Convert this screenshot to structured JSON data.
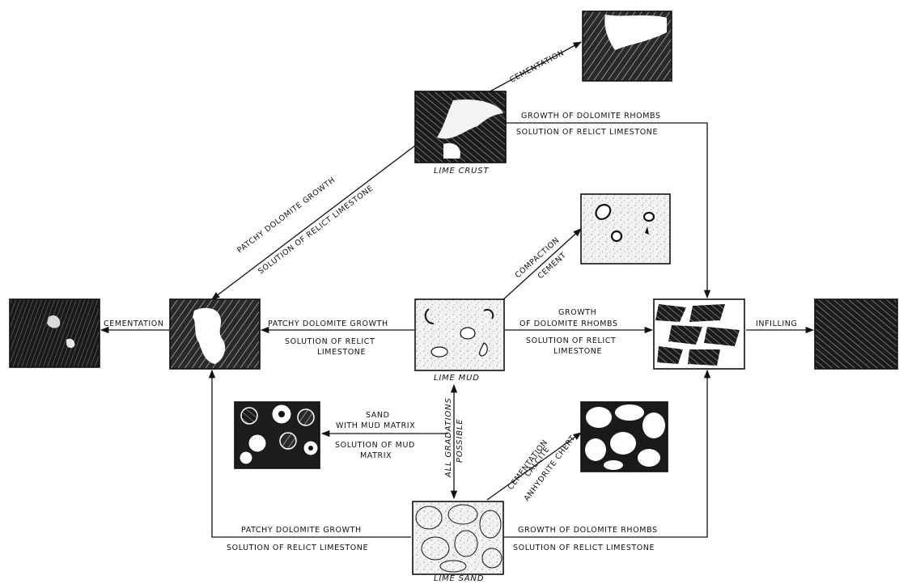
{
  "nodes": {
    "lime_crust": "LIME CRUST",
    "lime_mud": "LIME MUD",
    "lime_sand": "LIME SAND"
  },
  "edges": {
    "crust_cementation": "CEMENTATION",
    "crust_right_top": "GROWTH OF DOLOMITE RHOMBS",
    "crust_right_bottom": "SOLUTION OF RELICT LIMESTONE",
    "crust_left_top": "PATCHY DOLOMITE GROWTH",
    "crust_left_bottom": "SOLUTION OF RELICT LIMESTONE",
    "mud_compaction_top": "COMPACTION",
    "mud_compaction_bottom": "CEMENT",
    "mud_left_top": "PATCHY DOLOMITE GROWTH",
    "mud_left_bottom_1": "SOLUTION OF RELICT",
    "mud_left_bottom_2": "LIMESTONE",
    "mud_right_top_1": "GROWTH",
    "mud_right_top_2": "OF DOLOMITE RHOMBS",
    "mud_right_bottom_1": "SOLUTION OF RELICT",
    "mud_right_bottom_2": "LIMESTONE",
    "far_left_cementation": "CEMENTATION",
    "infilling": "INFILLING",
    "gradations_1": "ALL GRADATIONS",
    "gradations_2": "POSSIBLE",
    "sand_mud_1": "SAND",
    "sand_mud_2": "WITH MUD MATRIX",
    "sand_mud_3": "SOLUTION OF MUD",
    "sand_mud_4": "MATRIX",
    "sand_cement_1": "CEMENTATION",
    "sand_cement_2": "CALCITE",
    "sand_cement_3": "ANHYDRITE CHERT",
    "sand_left_top": "PATCHY DOLOMITE GROWTH",
    "sand_left_bottom": "SOLUTION OF RELICT LIMESTONE",
    "sand_right_top": "GROWTH OF DOLOMITE RHOMBS",
    "sand_right_bottom": "SOLUTION OF RELICT LIMESTONE"
  }
}
